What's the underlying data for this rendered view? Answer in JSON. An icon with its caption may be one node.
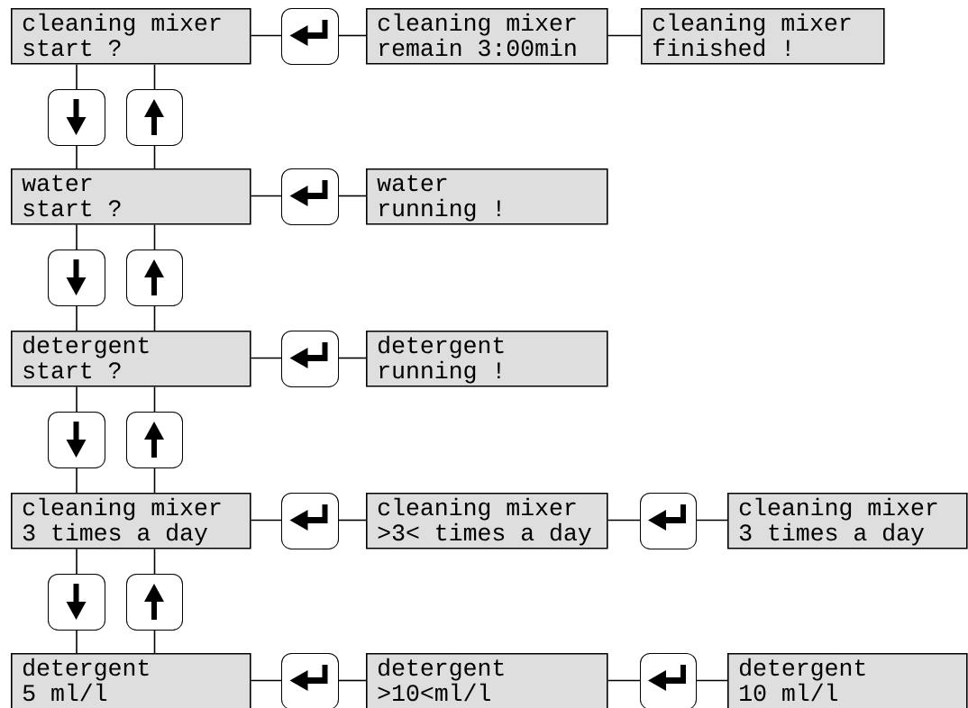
{
  "diagram": {
    "nodes": [
      {
        "text": [
          "cleaning mixer",
          "start ?"
        ]
      },
      {
        "text": [],
        "shape": "box"
      },
      {
        "text": [
          "cleaning mixer",
          "remain 3:00min"
        ]
      },
      {
        "text": [
          "cleaning mixer",
          "finished !"
        ]
      },
      {
        "text": [],
        "shape": "box"
      },
      {
        "text": [],
        "shape": "box"
      },
      {
        "text": [
          "water",
          "start ?"
        ]
      },
      {
        "text": [],
        "shape": "box"
      },
      {
        "text": [
          "water",
          "running !"
        ]
      },
      {
        "text": [],
        "shape": "box"
      },
      {
        "text": [],
        "shape": "box"
      },
      {
        "text": [
          "detergent",
          "start ?"
        ]
      },
      {
        "text": [],
        "shape": "box"
      },
      {
        "text": [
          "detergent",
          "running !"
        ]
      },
      {
        "text": [],
        "shape": "box"
      },
      {
        "text": [],
        "shape": "box"
      },
      {
        "text": [
          "cleaning mixer",
          "3 times a day"
        ]
      },
      {
        "text": [],
        "shape": "box"
      },
      {
        "text": [
          "cleaning mixer",
          ">3< times a day"
        ]
      },
      {
        "text": [],
        "shape": "box"
      },
      {
        "text": [
          "cleaning mixer",
          "3 times a day"
        ]
      },
      {
        "text": [],
        "shape": "box"
      },
      {
        "text": [],
        "shape": "box"
      },
      {
        "text": [
          "detergent",
          "5 ml/l"
        ]
      },
      {
        "text": [],
        "shape": "box"
      },
      {
        "text": [
          "detergent",
          ">10<ml/l"
        ]
      },
      {
        "text": [],
        "shape": "box"
      },
      {
        "text": [
          "detergent",
          "10 ml/l"
        ]
      }
    ],
    "edges": [
      {
        "from": 0,
        "to": 1,
        "arrow": "none"
      },
      {
        "from": 1,
        "to": 2,
        "arrow": "none"
      },
      {
        "from": 2,
        "to": 3,
        "arrow": "none"
      },
      {
        "from": 0,
        "to": 4,
        "arrow": "none"
      },
      {
        "from": 4,
        "to": 6,
        "arrow": "none"
      },
      {
        "from": 6,
        "to": 5,
        "arrow": "none"
      },
      {
        "from": 5,
        "to": 0,
        "arrow": "none"
      },
      {
        "from": 6,
        "to": 7,
        "arrow": "none"
      },
      {
        "from": 7,
        "to": 8,
        "arrow": "none"
      },
      {
        "from": 6,
        "to": 9,
        "arrow": "none"
      },
      {
        "from": 9,
        "to": 11,
        "arrow": "none"
      },
      {
        "from": 11,
        "to": 10,
        "arrow": "none"
      },
      {
        "from": 10,
        "to": 6,
        "arrow": "none"
      },
      {
        "from": 11,
        "to": 12,
        "arrow": "none"
      },
      {
        "from": 12,
        "to": 13,
        "arrow": "none"
      },
      {
        "from": 11,
        "to": 14,
        "arrow": "none"
      },
      {
        "from": 14,
        "to": 16,
        "arrow": "none"
      },
      {
        "from": 16,
        "to": 15,
        "arrow": "none"
      },
      {
        "from": 15,
        "to": 11,
        "arrow": "none"
      },
      {
        "from": 16,
        "to": 17,
        "arrow": "none"
      },
      {
        "from": 17,
        "to": 18,
        "arrow": "none"
      },
      {
        "from": 18,
        "to": 19,
        "arrow": "none"
      },
      {
        "from": 19,
        "to": 20,
        "arrow": "none"
      },
      {
        "from": 16,
        "to": 21,
        "arrow": "none"
      },
      {
        "from": 21,
        "to": 23,
        "arrow": "none"
      },
      {
        "from": 23,
        "to": 22,
        "arrow": "none"
      },
      {
        "from": 22,
        "to": 16,
        "arrow": "none"
      },
      {
        "from": 23,
        "to": 24,
        "arrow": "none"
      },
      {
        "from": 24,
        "to": 25,
        "arrow": "none"
      },
      {
        "from": 25,
        "to": 26,
        "arrow": "none"
      },
      {
        "from": 26,
        "to": 27,
        "arrow": "none"
      }
    ]
  }
}
